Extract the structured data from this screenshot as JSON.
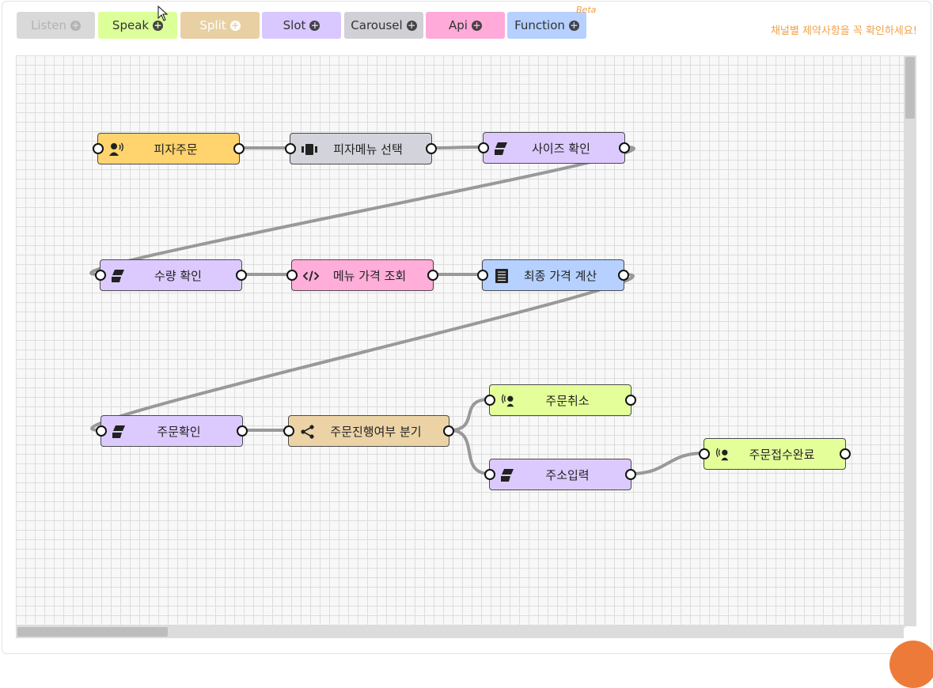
{
  "toolbar": {
    "buttons": [
      {
        "label": "Listen",
        "bg": "#d9d9d9",
        "fg": "#b3b3b3"
      },
      {
        "label": "Speak",
        "bg": "#dcff9a",
        "fg": "#333333"
      },
      {
        "label": "Split",
        "bg": "#e8d0a4",
        "fg": "#ffffff"
      },
      {
        "label": "Slot",
        "bg": "#d9c8ff",
        "fg": "#333333"
      },
      {
        "label": "Carousel",
        "bg": "#d0d0d6",
        "fg": "#333333"
      },
      {
        "label": "Api",
        "bg": "#ffaad8",
        "fg": "#333333"
      },
      {
        "label": "Function",
        "bg": "#b6d0ff",
        "fg": "#333333"
      }
    ],
    "beta_label": "Beta"
  },
  "notice": "채널별 제약사항을 꼭 확인하세요!",
  "colors": {
    "accent_orange": "#f0a046",
    "wire": "#999999",
    "listen": "#ffd36e",
    "speak": "#e4ff9a",
    "split": "#ecd3a6",
    "slot": "#dccaff",
    "carousel": "#d3d3dc",
    "api": "#ffadd9",
    "function": "#b6d1ff"
  },
  "nodes": [
    {
      "id": "n1",
      "label": "피자주문",
      "type": "listen",
      "icon": "listen-icon"
    },
    {
      "id": "n2",
      "label": "피자메뉴 선택",
      "type": "carousel",
      "icon": "carousel-icon"
    },
    {
      "id": "n3",
      "label": "사이즈 확인",
      "type": "slot",
      "icon": "slot-icon"
    },
    {
      "id": "n4",
      "label": "수량 확인",
      "type": "slot",
      "icon": "slot-icon"
    },
    {
      "id": "n5",
      "label": "메뉴 가격 조회",
      "type": "api",
      "icon": "code-icon"
    },
    {
      "id": "n6",
      "label": "최종 가격 계산",
      "type": "function",
      "icon": "document-icon"
    },
    {
      "id": "n7",
      "label": "주문확인",
      "type": "slot",
      "icon": "slot-icon"
    },
    {
      "id": "n8",
      "label": "주문진행여부 분기",
      "type": "split",
      "icon": "share-icon"
    },
    {
      "id": "n9",
      "label": "주문취소",
      "type": "speak",
      "icon": "speak-icon"
    },
    {
      "id": "n10",
      "label": "주소입력",
      "type": "slot",
      "icon": "slot-icon"
    },
    {
      "id": "n11",
      "label": "주문접수완료",
      "type": "speak",
      "icon": "speak-icon"
    }
  ],
  "connections": [
    [
      "n1",
      "n2"
    ],
    [
      "n2",
      "n3"
    ],
    [
      "n3",
      "n4"
    ],
    [
      "n4",
      "n5"
    ],
    [
      "n5",
      "n6"
    ],
    [
      "n6",
      "n7"
    ],
    [
      "n7",
      "n8"
    ],
    [
      "n8",
      "n9"
    ],
    [
      "n8",
      "n10"
    ],
    [
      "n10",
      "n11"
    ]
  ]
}
